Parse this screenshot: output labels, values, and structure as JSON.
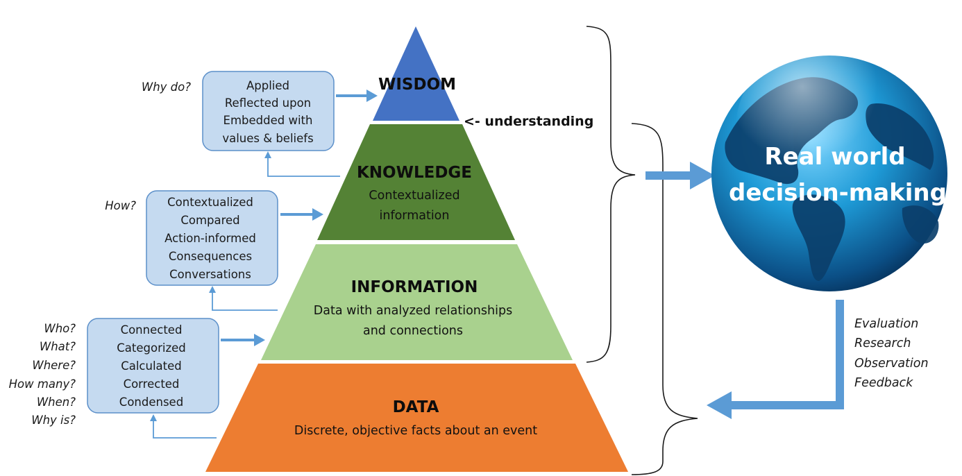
{
  "pyramid": {
    "wisdom": {
      "title": "WISDOM",
      "color": "#4472c4"
    },
    "knowledge": {
      "title": "KNOWLEDGE",
      "desc": [
        "Contextualized",
        "information"
      ],
      "color": "#548235"
    },
    "information": {
      "title": "INFORMATION",
      "desc": [
        "Data with analyzed relationships",
        "and connections"
      ],
      "color": "#a9d18e"
    },
    "data": {
      "title": "DATA",
      "desc": [
        "Discrete, objective facts about an event"
      ],
      "color": "#ed7d31"
    }
  },
  "boxes": {
    "wisdom": {
      "lines": [
        "Applied",
        "Reflected upon",
        "Embedded  with",
        "values & beliefs"
      ],
      "question": "Why do?"
    },
    "knowledge": {
      "lines": [
        "Contextualized",
        "Compared",
        "Action-informed",
        "Consequences",
        "Conversations"
      ],
      "question": "How?"
    },
    "data": {
      "lines": [
        "Connected",
        "Categorized",
        "Calculated",
        "Corrected",
        "Condensed"
      ],
      "questions": [
        "Who?",
        "What?",
        "Where?",
        "How many?",
        "When?",
        "Why is?"
      ]
    },
    "fill": "#c5daf0",
    "border": "#5b8fc9"
  },
  "understanding_label": "<- understanding",
  "globe": {
    "lines": [
      "Real world",
      "decision-making"
    ],
    "color": "#1a6fa8"
  },
  "feedback": {
    "lines": [
      "Evaluation",
      "Research",
      "Observation",
      "Feedback"
    ]
  },
  "arrow_color": "#5b9bd5"
}
